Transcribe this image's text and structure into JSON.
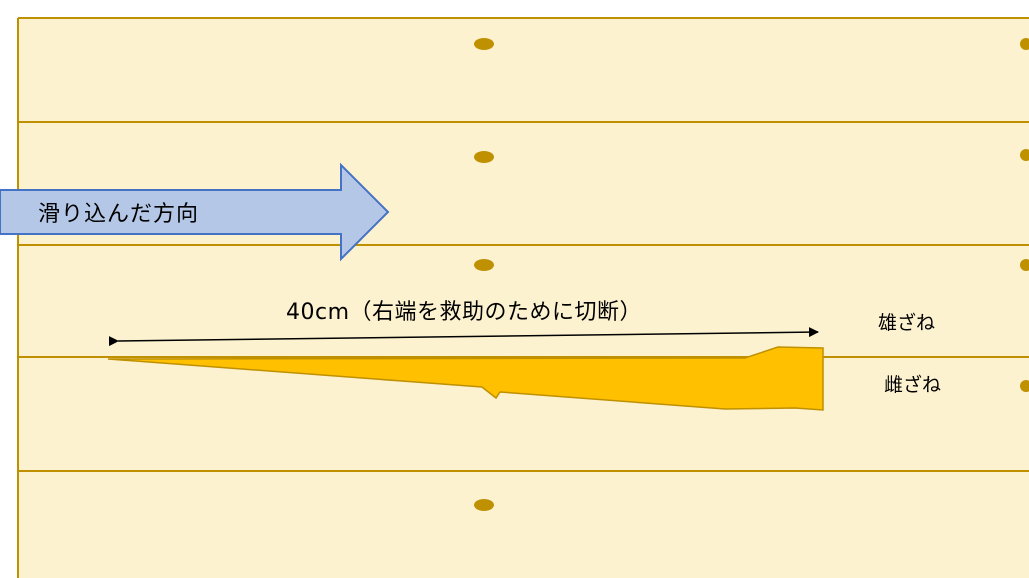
{
  "colors": {
    "board_fill": "#fdf2d0",
    "board_line": "#bf9000",
    "nail": "#bf9000",
    "arrow_fill": "#b4c7e7",
    "arrow_stroke": "#4472c4",
    "splinter_fill": "#ffc000",
    "splinter_stroke": "#bf9000"
  },
  "direction_arrow": {
    "label": "滑り込んだ方向"
  },
  "measurement": {
    "label": "40cm（右端を救助のために切断）"
  },
  "tongue_labels": {
    "male": "雄ざね",
    "female": "雌ざね"
  }
}
